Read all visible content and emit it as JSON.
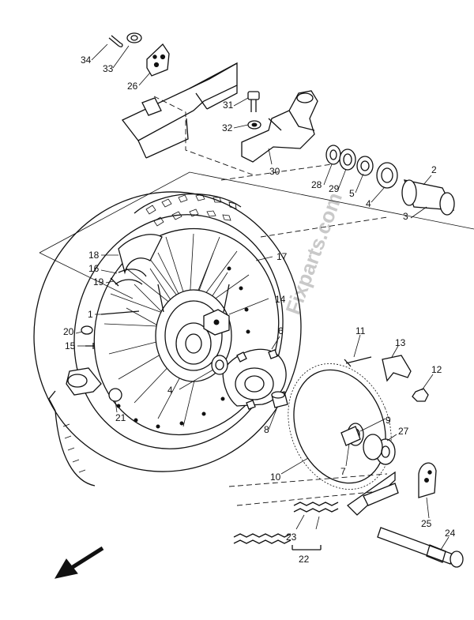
{
  "watermark": "Fixparts.com",
  "callouts": [
    {
      "id": "34",
      "label": "34"
    },
    {
      "id": "33",
      "label": "33"
    },
    {
      "id": "26",
      "label": "26"
    },
    {
      "id": "31",
      "label": "31"
    },
    {
      "id": "32",
      "label": "32"
    },
    {
      "id": "30",
      "label": "30"
    },
    {
      "id": "28",
      "label": "28"
    },
    {
      "id": "29",
      "label": "29"
    },
    {
      "id": "5",
      "label": "5"
    },
    {
      "id": "4a",
      "label": "4"
    },
    {
      "id": "2",
      "label": "2"
    },
    {
      "id": "3",
      "label": "3"
    },
    {
      "id": "18",
      "label": "18"
    },
    {
      "id": "16",
      "label": "16"
    },
    {
      "id": "19",
      "label": "19"
    },
    {
      "id": "17",
      "label": "17"
    },
    {
      "id": "1",
      "label": "1"
    },
    {
      "id": "14",
      "label": "14"
    },
    {
      "id": "20",
      "label": "20"
    },
    {
      "id": "15",
      "label": "15"
    },
    {
      "id": "6",
      "label": "6"
    },
    {
      "id": "11",
      "label": "11"
    },
    {
      "id": "13",
      "label": "13"
    },
    {
      "id": "12",
      "label": "12"
    },
    {
      "id": "4b",
      "label": "4"
    },
    {
      "id": "21",
      "label": "21"
    },
    {
      "id": "8",
      "label": "8"
    },
    {
      "id": "9",
      "label": "9"
    },
    {
      "id": "27",
      "label": "27"
    },
    {
      "id": "7",
      "label": "7"
    },
    {
      "id": "10",
      "label": "10"
    },
    {
      "id": "25",
      "label": "25"
    },
    {
      "id": "24",
      "label": "24"
    },
    {
      "id": "23",
      "label": "23"
    },
    {
      "id": "22",
      "label": "22"
    }
  ],
  "icons": {
    "direction_arrow": "front-direction-arrow-icon"
  }
}
